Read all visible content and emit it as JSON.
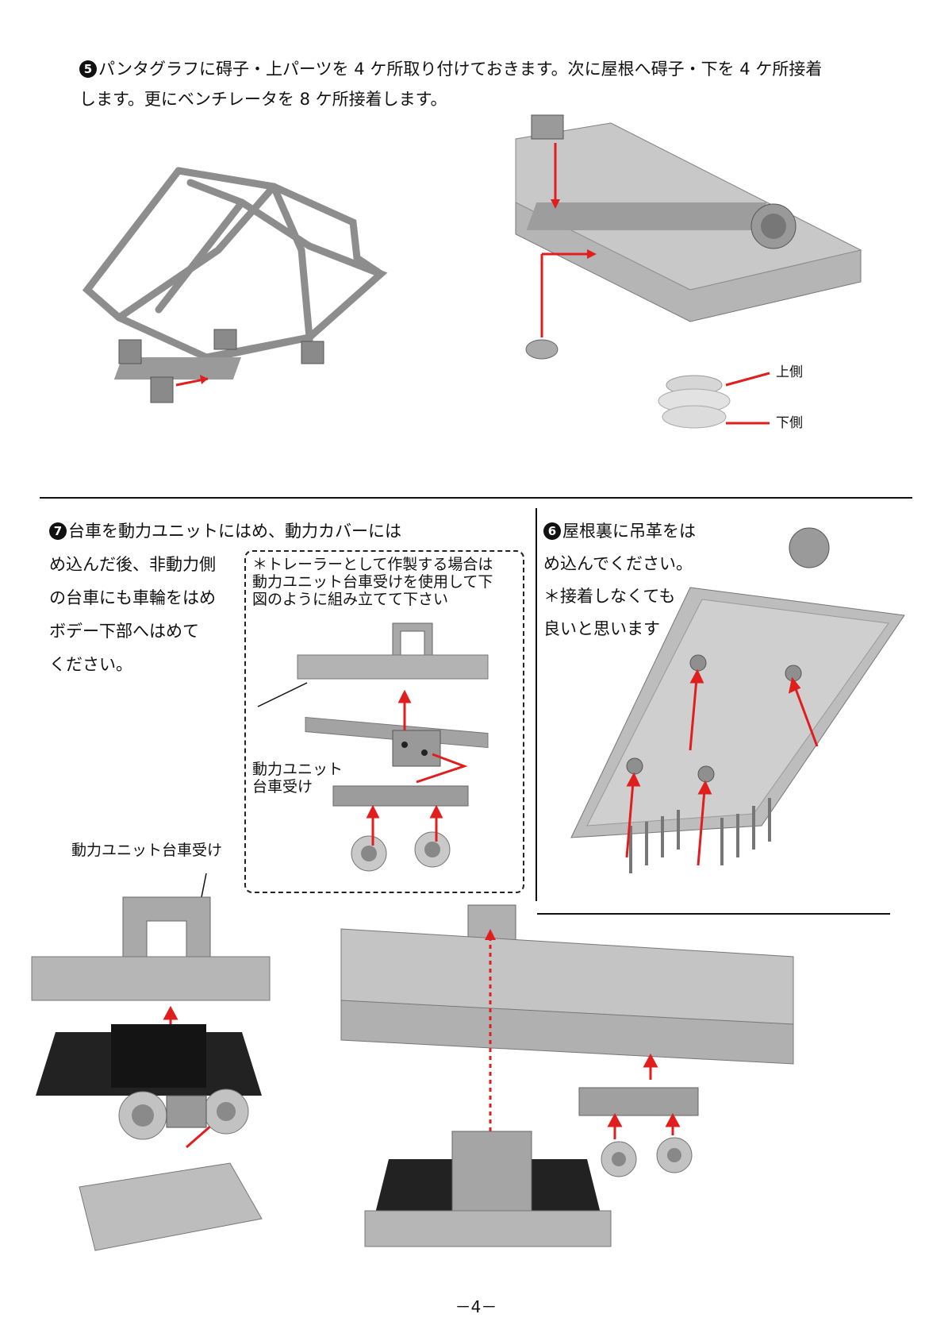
{
  "step5": {
    "num": "5",
    "line1": "パンタグラフに碍子・上パーツを 4 ケ所取り付けておきます。次に屋根へ碍子・下を 4 ケ所接着",
    "line2": "します。更にベンチレータを 8 ケ所接着します。",
    "label_top": "上側",
    "label_bottom": "下側"
  },
  "step7": {
    "num": "7",
    "lines": [
      "台車を動力ユニットにはめ、動力カバーには",
      "め込んだ後、非動力側",
      "の台車にも車輪をはめ",
      "ボデー下部へはめて",
      "ください。"
    ],
    "note_lines": [
      "＊トレーラーとして作製する場合は",
      "動力ユニット台車受けを使用して下",
      "図のように組み立てて下さい"
    ],
    "inset_label": [
      "動力ユニット",
      "台車受け"
    ],
    "big_label": "動力ユニット台車受け"
  },
  "step6": {
    "num": "6",
    "lines": [
      "屋根裏に吊革をは",
      "め込んでください。",
      "＊接着しなくても",
      "良いと思います"
    ]
  },
  "page_number": "－4－",
  "colors": {
    "arrow": "#e01e1e",
    "part": "#a9a9a9",
    "dark": "#2a2a2a"
  }
}
